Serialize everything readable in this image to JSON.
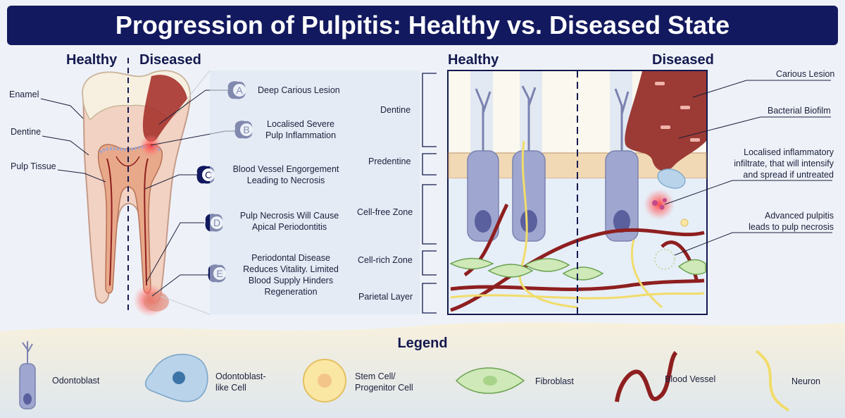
{
  "title": "Progression of Pulpitis: Healthy vs. Diseased State",
  "left_panel": {
    "healthy_label": "Healthy",
    "diseased_label": "Diseased",
    "tooth_labels": {
      "enamel": "Enamel",
      "dentine": "Dentine",
      "pulp_tissue": "Pulp Tissue"
    }
  },
  "stages": [
    {
      "letter": "A",
      "text": [
        "Deep Carious Lesion"
      ]
    },
    {
      "letter": "B",
      "text": [
        "Localised Severe",
        "Pulp Inflammation"
      ]
    },
    {
      "letter": "C",
      "text": [
        "Blood Vessel Engorgement",
        "Leading to Necrosis"
      ]
    },
    {
      "letter": "D",
      "text": [
        "Pulp Necrosis Will Cause",
        "Apical Periodontitis"
      ]
    },
    {
      "letter": "E",
      "text": [
        "Periodontal Disease",
        "Reduces Vitality. Limited",
        "Blood Supply Hinders",
        "Regeneration"
      ]
    }
  ],
  "layers": [
    "Dentine",
    "Predentine",
    "Cell-free Zone",
    "Cell-rich Zone",
    "Parietal Layer"
  ],
  "right_panel": {
    "healthy_label": "Healthy",
    "diseased_label": "Diseased",
    "callouts": {
      "carious_lesion": "Carious Lesion",
      "bacterial_biofilm": "Bacterial Biofilm",
      "inflammatory": [
        "Localised inflammatory",
        "infiltrate, that will intensify",
        "and spread if untreated"
      ],
      "necrosis": [
        "Advanced pulpitis",
        "leads to pulp necrosis"
      ]
    }
  },
  "legend": {
    "title": "Legend",
    "items": [
      {
        "name": "odontoblast",
        "label": [
          "Odontoblast"
        ]
      },
      {
        "name": "odontoblast-like-cell",
        "label": [
          "Odontoblast-",
          "like Cell"
        ]
      },
      {
        "name": "stem-cell",
        "label": [
          "Stem Cell/",
          "Progenitor Cell"
        ]
      },
      {
        "name": "fibroblast",
        "label": [
          "Fibroblast"
        ]
      },
      {
        "name": "blood-vessel",
        "label": [
          "Blood Vessel"
        ]
      },
      {
        "name": "neuron",
        "label": [
          "Neuron"
        ]
      }
    ]
  },
  "colors": {
    "navy": "#12195e",
    "enamel": "#f4ecdd",
    "dentine": "#f2d2c2",
    "pulp": "#e8a98a",
    "lesion": "#9c3a35",
    "odontoblast": "#9fa6cf",
    "fibroblast": "#cfe9b8",
    "blood_vessel": "#8e1f1f",
    "neuron": "#f1dc6a",
    "predentine": "#f2d9b5",
    "stem": "#fbe7a4"
  }
}
